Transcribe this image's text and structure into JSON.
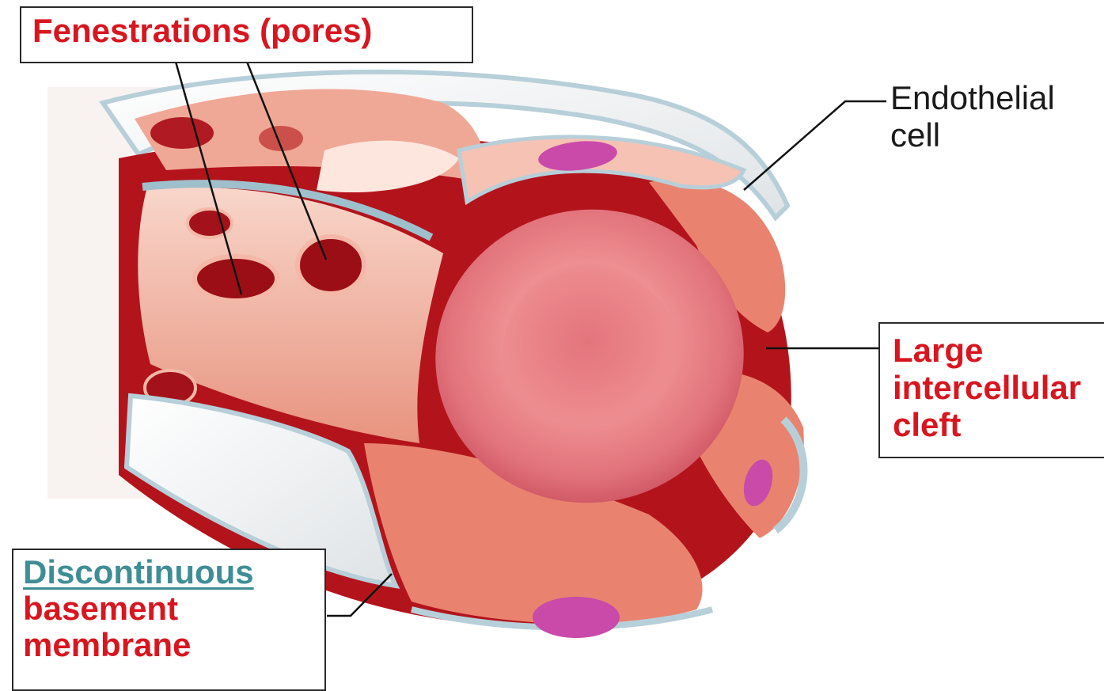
{
  "labels": {
    "fenestrations": "Fenestrations (pores)",
    "endothelial_line1": "Endothelial",
    "endothelial_line2": "cell",
    "cleft_line1": "Large",
    "cleft_line2": "intercellular",
    "cleft_line3": "cleft",
    "basement_line1": "Discontinuous",
    "basement_line2": "basement",
    "basement_line3": "membrane"
  },
  "colors": {
    "label_red": "#d8161f",
    "label_teal": "#3f8e95",
    "label_black": "#1a1a1a",
    "tissue_dark": "#b3141c",
    "tissue_mid": "#e07c6a",
    "tissue_light": "#f6c2b4",
    "nucleus": "#c94aa8",
    "basement_membrane": "#b7cfd9",
    "red_blood_cell": "#e26a72"
  }
}
